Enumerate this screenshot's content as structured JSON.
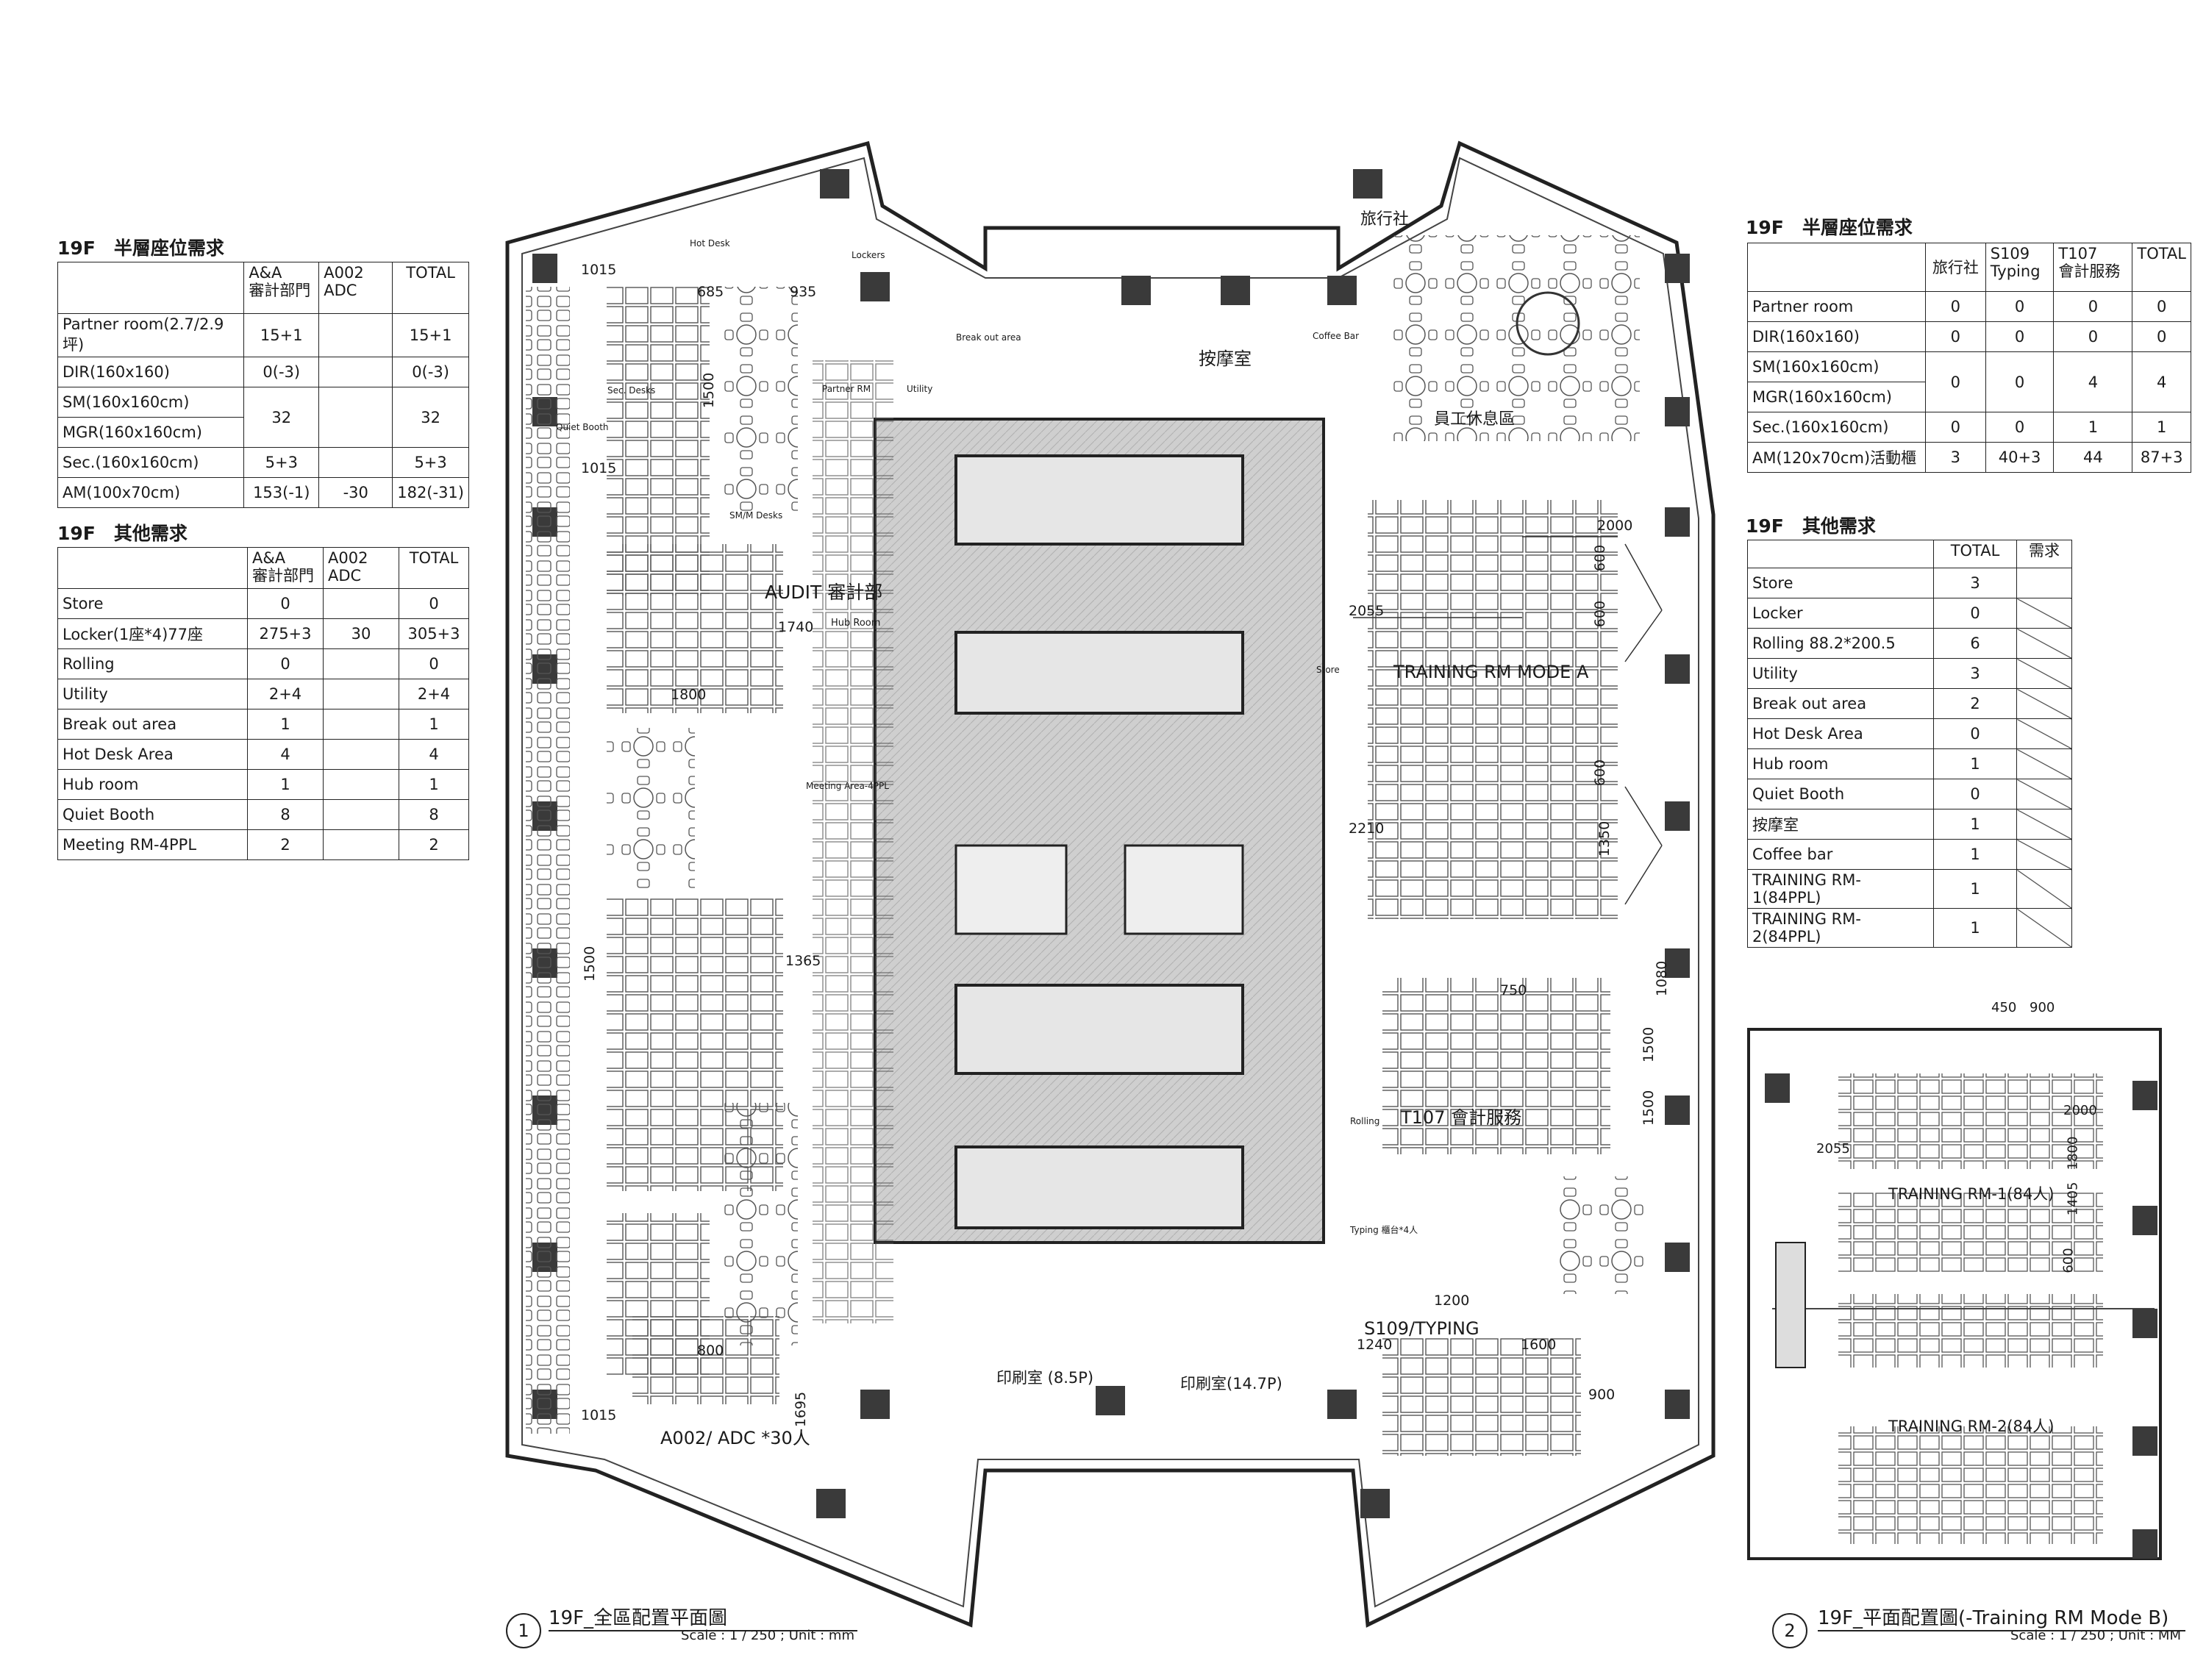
{
  "left_table1": {
    "title": "19F　半層座位需求",
    "headers": [
      "",
      "A&A\n審計部門",
      "A002\nADC",
      "TOTAL"
    ],
    "rows": [
      [
        "Partner room(2.7/2.9坪)",
        "15+1",
        "",
        "15+1"
      ],
      [
        "DIR(160x160)",
        "0(-3)",
        "",
        "0(-3)"
      ],
      [
        "SM(160x160cm)",
        "32",
        "",
        "32"
      ],
      [
        "MGR(160x160cm)",
        "",
        "",
        ""
      ],
      [
        "Sec.(160x160cm)",
        "5+3",
        "",
        "5+3"
      ],
      [
        "AM(100x70cm)",
        "153(-1)",
        "-30",
        "182(-31)"
      ]
    ]
  },
  "left_table2": {
    "title": "19F　其他需求",
    "headers": [
      "",
      "A&A\n審計部門",
      "A002\nADC",
      "TOTAL"
    ],
    "rows": [
      [
        "Store",
        "0",
        "",
        "0"
      ],
      [
        "Locker(1座*4)77座",
        "275+3",
        "30",
        "305+3"
      ],
      [
        "Rolling",
        "0",
        "",
        "0"
      ],
      [
        "Utility",
        "2+4",
        "",
        "2+4"
      ],
      [
        "Break out area",
        "1",
        "",
        "1"
      ],
      [
        "Hot Desk Area",
        "4",
        "",
        "4"
      ],
      [
        "Hub room",
        "1",
        "",
        "1"
      ],
      [
        "Quiet Booth",
        "8",
        "",
        "8"
      ],
      [
        "Meeting RM-4PPL",
        "2",
        "",
        "2"
      ]
    ]
  },
  "right_table1": {
    "title": "19F　半層座位需求",
    "headers": [
      "",
      "旅行社",
      "S109\nTyping",
      "T107\n會計服務",
      "TOTAL"
    ],
    "rows": [
      [
        "Partner room",
        "0",
        "0",
        "0",
        "0"
      ],
      [
        "DIR(160x160)",
        "0",
        "0",
        "0",
        "0"
      ],
      [
        "SM(160x160cm)",
        "0",
        "0",
        "4",
        "4"
      ],
      [
        "MGR(160x160cm)",
        "",
        "",
        "",
        ""
      ],
      [
        "Sec.(160x160cm)",
        "0",
        "0",
        "1",
        "1"
      ],
      [
        "AM(120x70cm)活動櫃",
        "3",
        "40+3",
        "44",
        "87+3"
      ]
    ]
  },
  "right_table2": {
    "title": "19F　其他需求",
    "headers": [
      "",
      "TOTAL",
      "需求"
    ],
    "rows": [
      [
        "Store",
        "3"
      ],
      [
        "Locker",
        "0"
      ],
      [
        "Rolling 88.2*200.5",
        "6"
      ],
      [
        "Utility",
        "3"
      ],
      [
        "Break out area",
        "2"
      ],
      [
        "Hot Desk Area",
        "0"
      ],
      [
        "Hub room",
        "1"
      ],
      [
        "Quiet Booth",
        "0"
      ],
      [
        "按摩室",
        "1"
      ],
      [
        "Coffee bar",
        "1"
      ],
      [
        "TRAINING  RM-1(84PPL)",
        "1"
      ],
      [
        "TRAINING  RM-2(84PPL)",
        "1"
      ]
    ]
  },
  "plan_main": {
    "labels": {
      "audit": "AUDIT 審計部",
      "training": "TRAINING RM MODE A",
      "t107": "T107 會計服務",
      "s109": "S109/TYPING",
      "a002": "A002/ ADC *30人",
      "massage": "按摩室",
      "lounge": "員工休息區",
      "travel": "旅行社",
      "print1": "印刷室 (8.5P)",
      "print2": "印刷室(14.7P)",
      "hub": "Hub Room",
      "coffee": "Coffee Bar",
      "breakout": "Break out area",
      "lockers": "Lockers",
      "partner": "Partner RM",
      "sec": "Sec. Desks",
      "smm": "SM/M Desks",
      "hot": "Hot Desk",
      "quiet": "Quiet Booth",
      "utility": "Utility",
      "meeting": "Meeting Area-4PPL",
      "store": "Store",
      "rolling": "Rolling",
      "typing": "Typing 櫃台*4人"
    },
    "dims": [
      "1015",
      "685",
      "935",
      "1500",
      "1015",
      "1740",
      "1800",
      "1500",
      "1365",
      "800",
      "1015",
      "1695",
      "2000",
      "2055",
      "600",
      "600",
      "600",
      "1350",
      "2210",
      "750",
      "1500",
      "1500",
      "1080",
      "1200",
      "1240",
      "1600",
      "900"
    ]
  },
  "plan_b": {
    "labels": {
      "rm1": "TRAINING RM-1(84人)",
      "rm2": "TRAINING RM-2(84人)"
    },
    "dims": [
      "450",
      "900",
      "2000",
      "2055",
      "1800",
      "1405",
      "600"
    ]
  },
  "captions": {
    "c1_num": "1",
    "c1_title": "19F_全區配置平面圖",
    "c1_scale": "Scale : 1 / 250 ; Unit : mm",
    "c2_num": "2",
    "c2_title": "19F_平面配置圖(-Training RM Mode B)",
    "c2_scale": "Scale : 1 / 250 ; Unit : MM"
  }
}
